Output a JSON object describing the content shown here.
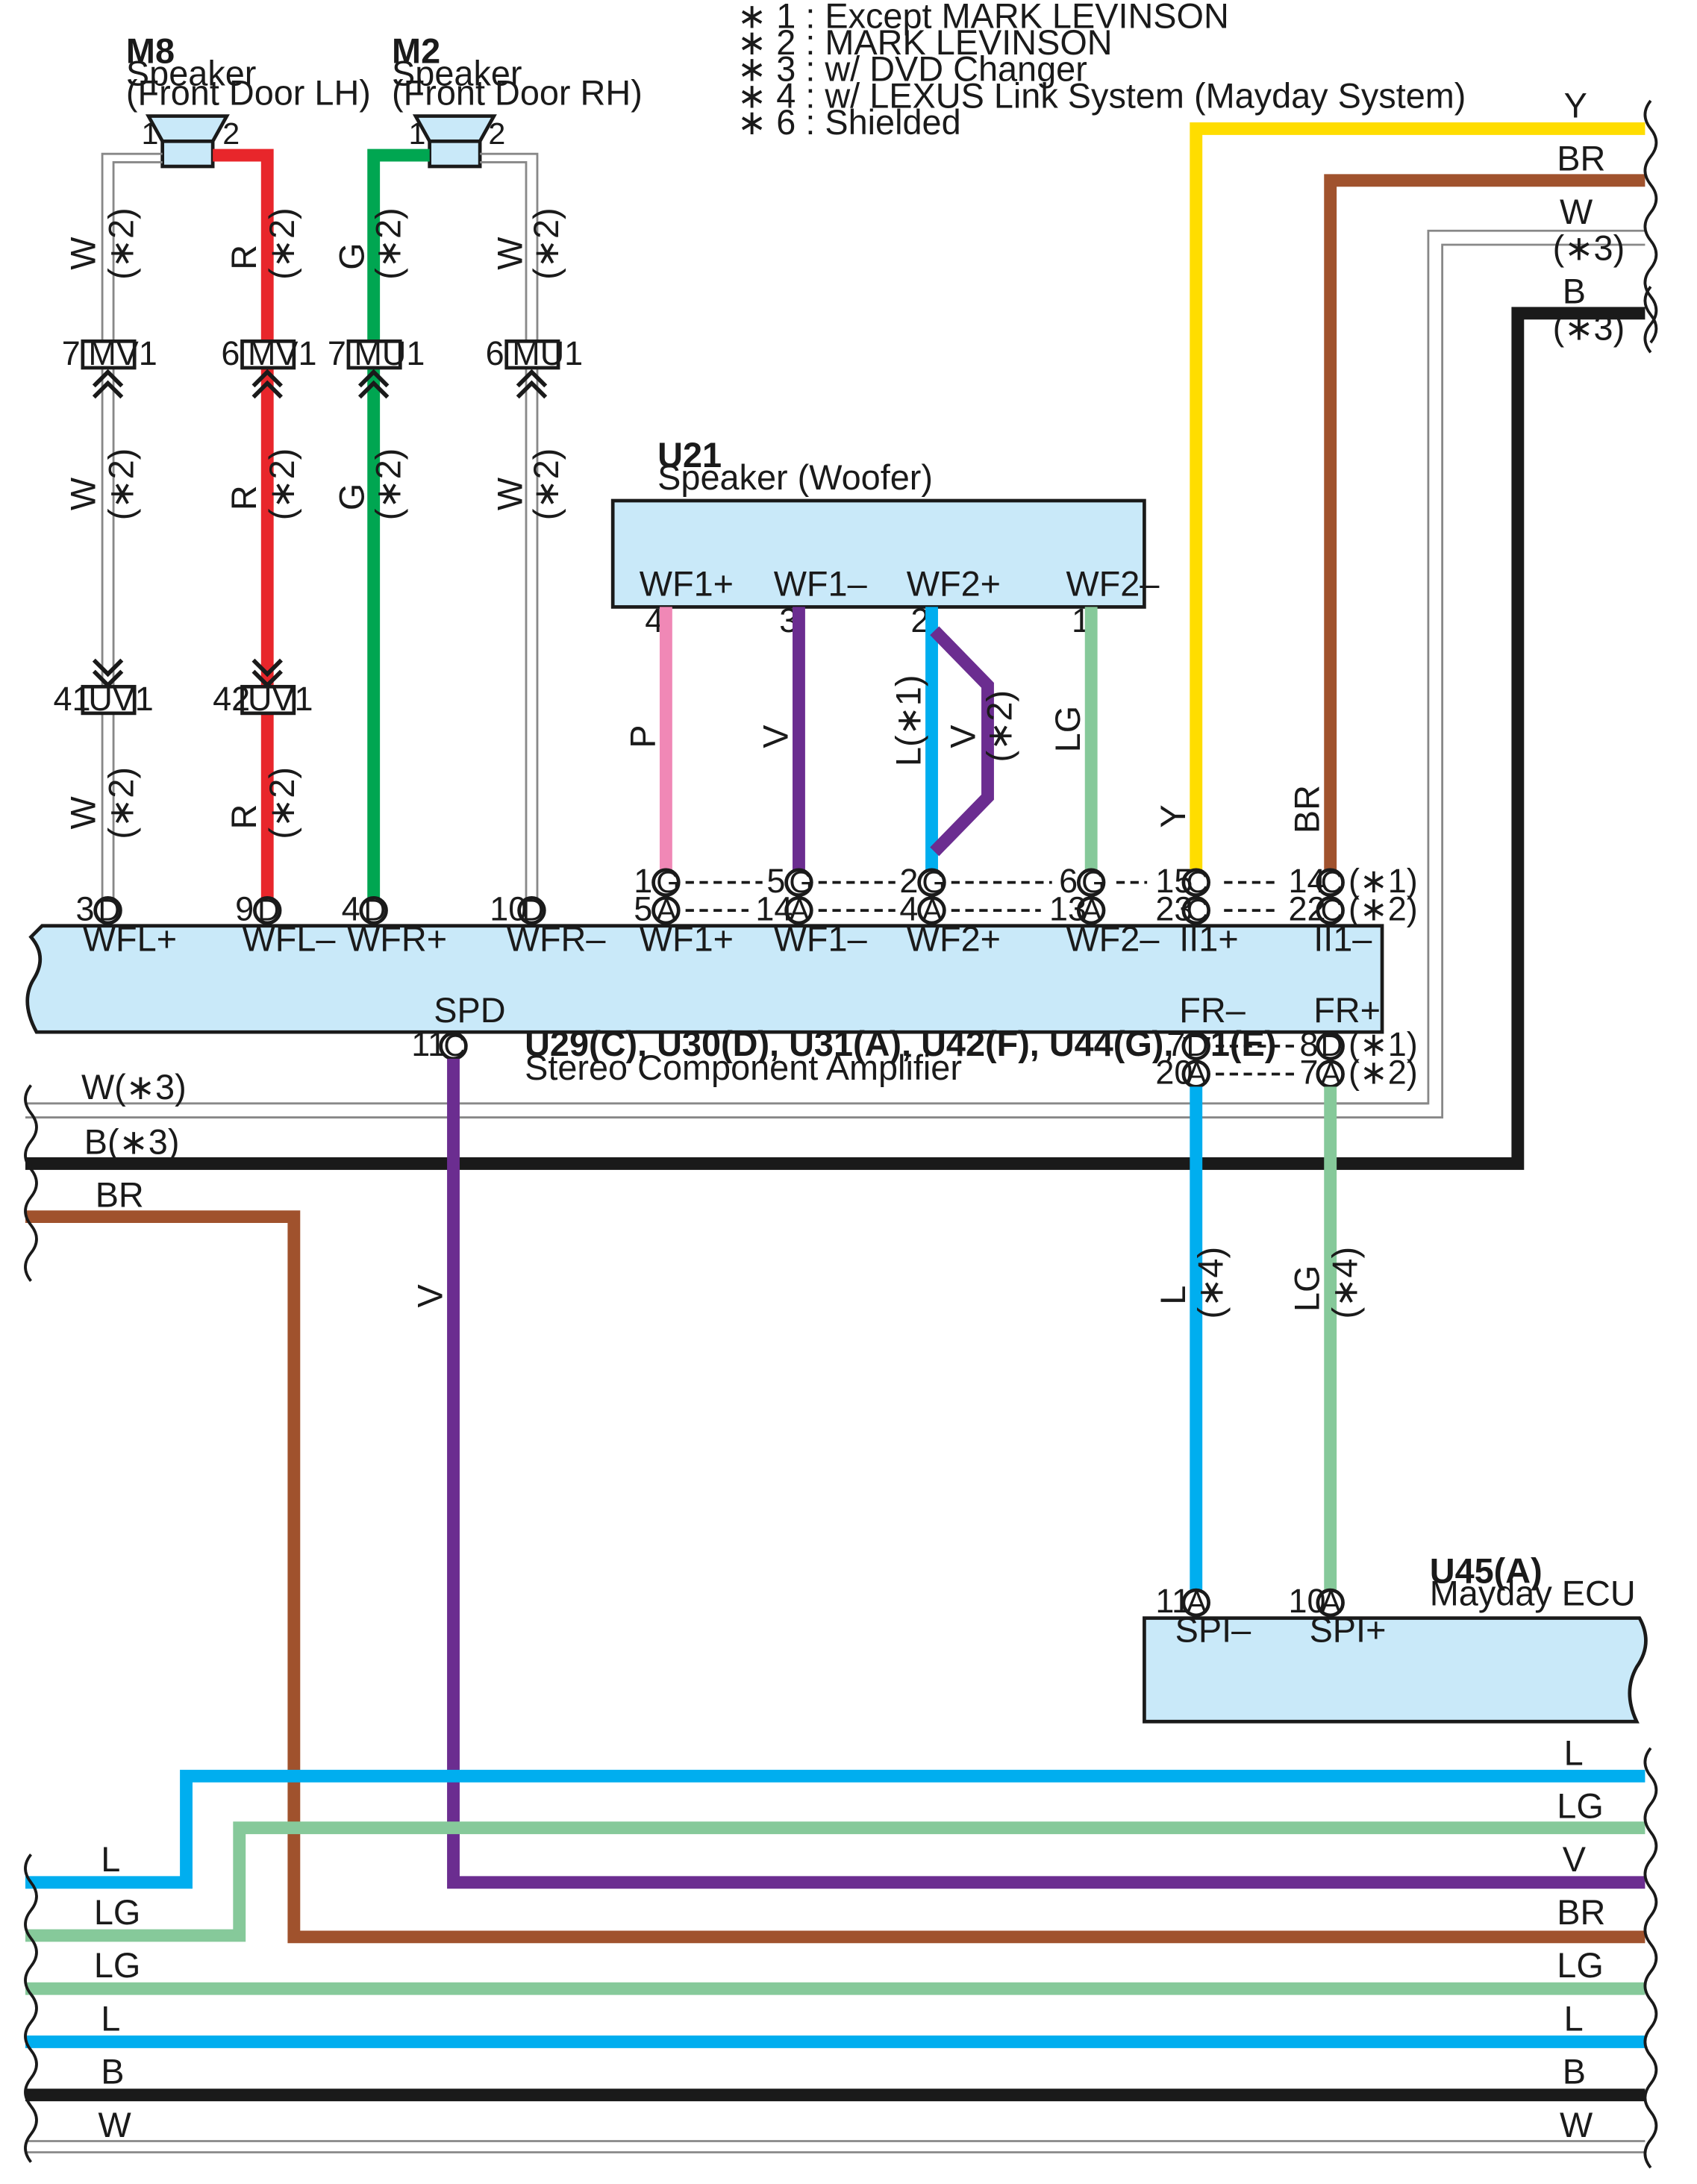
{
  "colors": {
    "W": "#ffffff",
    "R": "#e8262b",
    "G": "#00a651",
    "P": "#f088b6",
    "V": "#6b2d90",
    "L": "#00aeef",
    "LG": "#86c99a",
    "Y": "#ffdd00",
    "BR": "#a0522d",
    "B": "#1a1a1a",
    "box_fill": "#c9e9f9",
    "outline": "#1a1a1a"
  },
  "notes": [
    "∗ 1 : Except MARK LEVINSON",
    "∗ 2 : MARK LEVINSON",
    "∗ 3 : w/ DVD Changer",
    "∗ 4 : w/ LEXUS Link System (Mayday System)",
    "∗ 6 : Shielded"
  ],
  "components": {
    "m8": {
      "code": "M8",
      "name": "Speaker",
      "sub": "(Front Door LH)",
      "pin1": "1",
      "pin2": "2"
    },
    "m2": {
      "code": "M2",
      "name": "Speaker",
      "sub": "(Front Door RH)",
      "pin1": "1",
      "pin2": "2"
    },
    "u21": {
      "code": "U21",
      "name": "Speaker (Woofer)",
      "terms": [
        {
          "t": "WF1+",
          "pin": "4"
        },
        {
          "t": "WF1–",
          "pin": "3"
        },
        {
          "t": "WF2+",
          "pin": "2"
        },
        {
          "t": "WF2–",
          "pin": "1"
        }
      ]
    },
    "amp": {
      "codes": "U29(C), U30(D), U31(A), U42(F), U44(G), w1(E)",
      "name": "Stereo Component Amplifier",
      "terms": [
        "WFL+",
        "WFL–",
        "WFR+",
        "WFR–",
        "WF1+",
        "WF1–",
        "WF2+",
        "WF2–",
        "II1+",
        "II1–"
      ],
      "bottom_terms": [
        "SPD",
        "FR–",
        "FR+"
      ]
    },
    "u45": {
      "code": "U45(A)",
      "name": "Mayday ECU",
      "terms": [
        "SPI–",
        "SPI+"
      ],
      "pins": [
        "11",
        "10"
      ]
    }
  },
  "connectors": {
    "mv1": "MV1",
    "mu1": "MU1",
    "uv1": "UV1",
    "mv1_pins": [
      "7",
      "6"
    ],
    "mu1_pins": [
      "7",
      "6"
    ],
    "uv1_pins": [
      "41",
      "42"
    ]
  },
  "amp_pins_top": {
    "d_pins": [
      "3",
      "9",
      "4",
      "10"
    ],
    "d_letter": "D",
    "g_row": [
      "1",
      "5",
      "2",
      "6"
    ],
    "a_row": [
      "5",
      "14",
      "4",
      "13"
    ],
    "g_row_right": [
      "5",
      "14",
      "4"
    ],
    "a_row_right": [
      "14",
      "4",
      "13"
    ],
    "g_letter": "G",
    "a_letter": "A",
    "c_letter": "C",
    "c_row1": [
      "15",
      "14"
    ],
    "c_row2": [
      "23",
      "22"
    ],
    "c_notes": [
      "(∗1)",
      "(∗2)"
    ]
  },
  "amp_pins_bottom": {
    "spd_pin": "11",
    "spd_letter": "C",
    "fr_row1": [
      "7",
      "8"
    ],
    "fr_row2": [
      "20",
      "7"
    ],
    "fr_letters1": "D",
    "fr_letters2": "A",
    "fr_notes": [
      "(∗1)",
      "(∗2)"
    ]
  },
  "wire_labels": {
    "W": "W",
    "R": "R",
    "G": "G",
    "P": "P",
    "V": "V",
    "L": "L",
    "LG": "LG",
    "Y": "Y",
    "BR": "BR",
    "B": "B",
    "n1": "(∗1)",
    "n2": "(∗2)",
    "n3": "(∗3)",
    "n4": "(∗4)",
    "l1": "L(∗1)",
    "w3": "W(∗3)",
    "b3": "B(∗3)"
  }
}
